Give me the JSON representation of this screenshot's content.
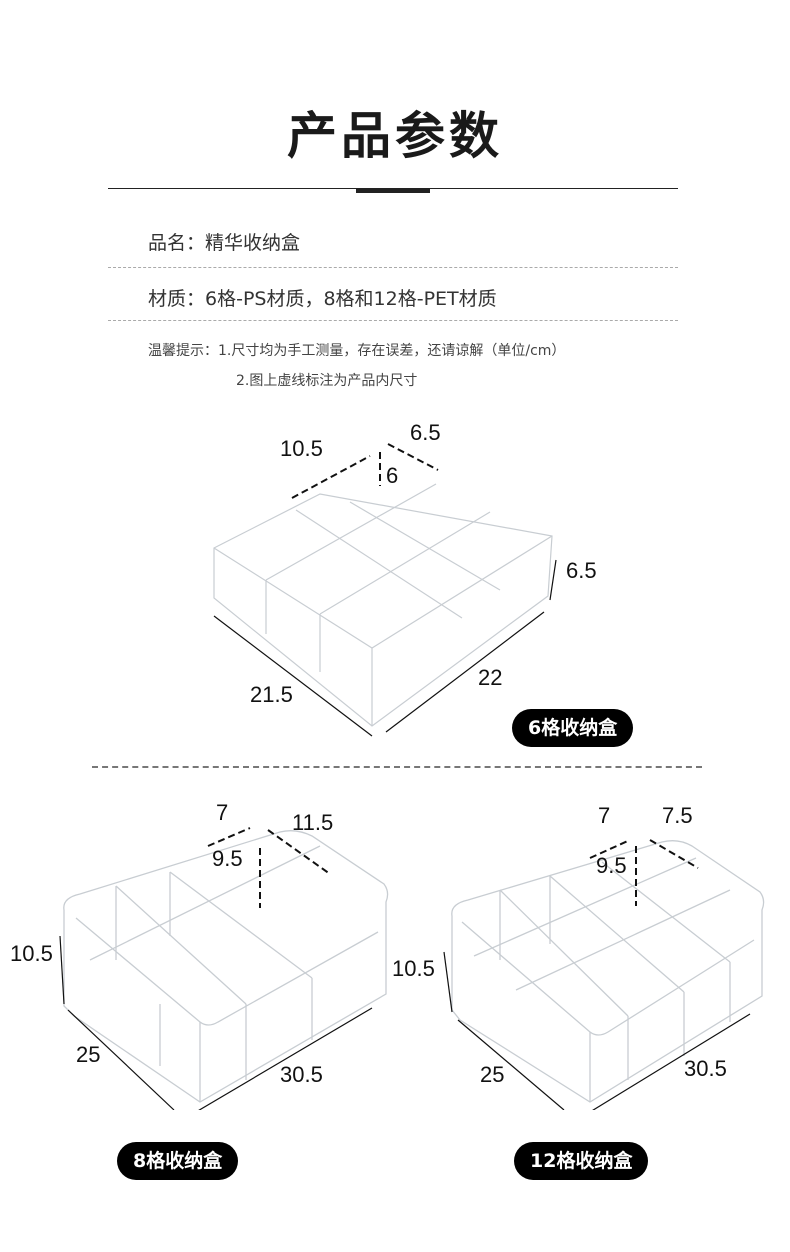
{
  "header": {
    "title": "产品参数"
  },
  "specs": {
    "name": "品名：精华收纳盒",
    "material": "材质：6格-PS材质，8格和12格-PET材质"
  },
  "notes": {
    "line1": "温馨提示：1.尺寸均为手工测量，存在误差，还请谅解（单位/cm）",
    "line2": "2.图上虚线标注为产品内尺寸"
  },
  "products": [
    {
      "label": "6格收纳盒",
      "dims": {
        "inner_length": "10.5",
        "inner_width": "6.5",
        "inner_height": "6",
        "height": "6.5",
        "length": "21.5",
        "width": "22"
      }
    },
    {
      "label": "8格收纳盒",
      "dims": {
        "inner_width": "7",
        "inner_length": "11.5",
        "inner_height": "9.5",
        "height": "10.5",
        "depth": "25",
        "length": "30.5"
      }
    },
    {
      "label": "12格收纳盒",
      "dims": {
        "inner_width": "7",
        "inner_length": "7.5",
        "inner_height": "9.5",
        "height": "10.5",
        "depth": "25",
        "length": "30.5"
      }
    }
  ]
}
